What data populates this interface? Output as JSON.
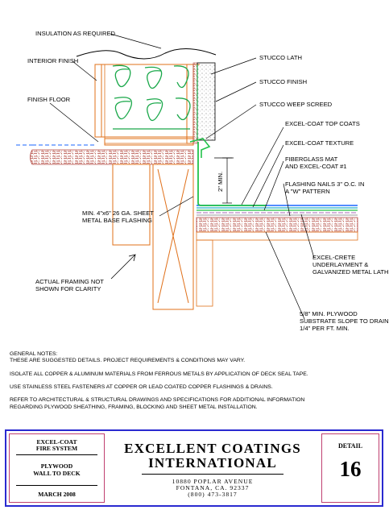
{
  "callouts": {
    "insulation": "INSULATION AS REQUIRED",
    "interior_finish": "INTERIOR FINISH",
    "finish_floor": "FINISH FLOOR",
    "stucco_lath": "STUCCO LATH",
    "stucco_finish": "STUCCO FINISH",
    "stucco_weep_screed": "STUCCO WEEP SCREED",
    "top_coats": "EXCEL-COAT TOP COATS",
    "texture": "EXCEL-COAT TEXTURE",
    "fiberglass_line1": "FIBERGLASS MAT",
    "fiberglass_line2": "AND EXCEL-COAT #1",
    "nails_line1": "FLASHING NAILS 3\" O.C. IN",
    "nails_line2": "A \"W\" PATTERN",
    "min_height": "2\" MIN.",
    "base_flashing_line1": "MIN. 4\"x6\" 26 GA. SHEET",
    "base_flashing_line2": "METAL BASE FLASHING",
    "underlayment_line1": "EXCEL-CRETE",
    "underlayment_line2": "UNDERLAYMENT &",
    "underlayment_line3": "GALVANIZED METAL LATH",
    "framing_line1": "ACTUAL FRAMING NOT",
    "framing_line2": "SHOWN FOR CLARITY",
    "plywood_line1": "5/8\" MIN. PLYWOOD",
    "plywood_line2": "SUBSTRATE SLOPE TO DRAIN",
    "plywood_line3": "1/4\" PER FT. MIN."
  },
  "notes": {
    "heading": "GENERAL NOTES:",
    "line1": "THESE ARE SUGGESTED DETAILS. PROJECT REQUIREMENTS & CONDITIONS MAY VARY.",
    "line2": "ISOLATE ALL COPPER & ALUMINUM MATERIALS FROM FERROUS METALS BY APPLICATION OF DECK SEAL TAPE.",
    "line3": "USE STAINLESS STEEL FASTENERS AT COPPER OR LEAD COATED COPPER FLASHINGS & DRAINS.",
    "line4a": "REFER TO ARCHITECTURAL & STRUCTURAL DRAWINGS AND SPECIFICATIONS FOR ADDITIONAL INFORMATION",
    "line4b": "REGARDING PLYWOOD SHEATHING, FRAMING, BLOCKING AND SHEET METAL INSTALLATION."
  },
  "title_block": {
    "system_line1": "EXCEL-COAT",
    "system_line2": "FIRE SYSTEM",
    "detail_title_line1": "PLYWOOD",
    "detail_title_line2": "WALL TO DECK",
    "date": "MARCH 2008",
    "company_line1": "EXCELLENT COATINGS",
    "company_line2": "INTERNATIONAL",
    "address_line1": "10880 POPLAR AVENUE",
    "address_line2": "FONTANA, CA. 92337",
    "phone": "(800) 473-3817",
    "detail_label": "DETAIL",
    "detail_number": "16"
  },
  "colors": {
    "framing": "#e0701a",
    "sheathing_hatch": "#b0403a",
    "insulation": "#1aa84a",
    "flashing": "#22c24a",
    "leaders": "#000000",
    "coating_top": "#1a66ff",
    "coating_texture": "#26b0c8",
    "fiberglass_mat": "#20c040",
    "metal_lath": "#8a3aa0",
    "title_border": "#2a2ad0",
    "title_cells": "#c04070"
  }
}
